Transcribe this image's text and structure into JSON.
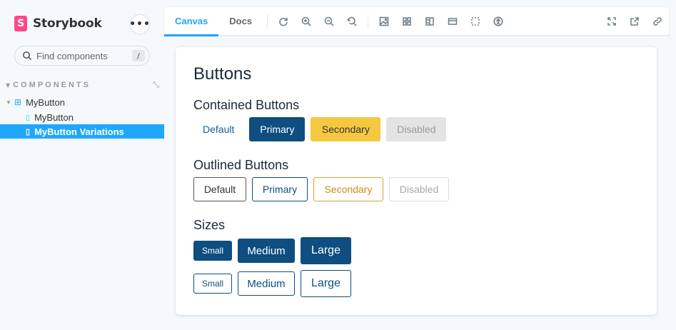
{
  "app": {
    "name": "Storybook",
    "logo_letter": "S",
    "menu_label": "•••"
  },
  "search": {
    "placeholder": "Find components",
    "shortcut": "/"
  },
  "sidebar": {
    "section_title": "COMPONENTS",
    "collapse_glyph": "⤡",
    "items": [
      {
        "label": "MyButton",
        "kind": "component"
      },
      {
        "label": "MyButton",
        "kind": "story"
      },
      {
        "label": "MyButton Variations",
        "kind": "story",
        "selected": true
      }
    ]
  },
  "toolbar": {
    "tabs": [
      {
        "label": "Canvas",
        "active": true
      },
      {
        "label": "Docs",
        "active": false
      }
    ],
    "tools": [
      "reload-icon",
      "zoom-in-icon",
      "zoom-out-icon",
      "zoom-reset-icon",
      "background-icon",
      "grid-icon",
      "measure-icon",
      "viewport-icon",
      "outline-icon",
      "accessibility-icon"
    ],
    "right_tools": [
      "fullscreen-icon",
      "open-new-tab-icon",
      "copy-link-icon"
    ]
  },
  "canvas": {
    "title": "Buttons",
    "contained": {
      "heading": "Contained Buttons",
      "buttons": [
        "Default",
        "Primary",
        "Secondary",
        "Disabled"
      ]
    },
    "outlined": {
      "heading": "Outlined Buttons",
      "buttons": [
        "Default",
        "Primary",
        "Secondary",
        "Disabled"
      ]
    },
    "sizes": {
      "heading": "Sizes",
      "filled": [
        "Small",
        "Medium",
        "Large"
      ],
      "outlined": [
        "Small",
        "Medium",
        "Large"
      ]
    }
  },
  "colors": {
    "accent": "#1ea7fd",
    "primary": "#0e4e80",
    "secondary": "#f5c842",
    "brand": "#ff4785"
  }
}
